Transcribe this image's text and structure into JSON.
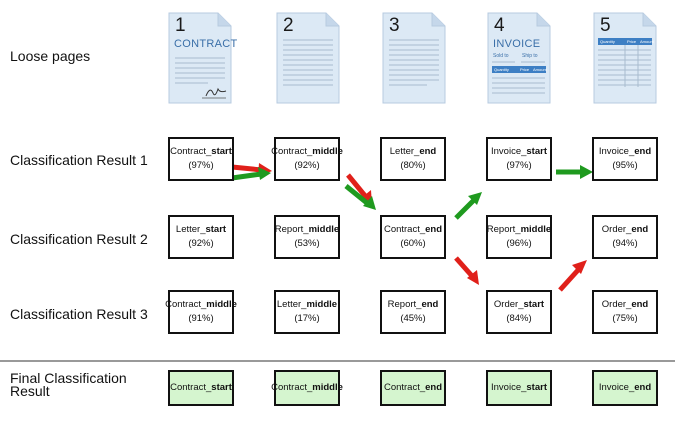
{
  "rows": {
    "loose": "Loose pages",
    "r1": "Classification Result 1",
    "r2": "Classification Result 2",
    "r3": "Classification Result 3",
    "final_line1": "Final Classification",
    "final_line2": "Result"
  },
  "pages": [
    {
      "num": "1",
      "title": "CONTRACT"
    },
    {
      "num": "2",
      "title": ""
    },
    {
      "num": "3",
      "title": ""
    },
    {
      "num": "4",
      "title": "INVOICE",
      "sold_to": "Sold to",
      "ship_to": "Ship to",
      "cols": [
        "Quantity",
        "Price",
        "Amount"
      ]
    },
    {
      "num": "5",
      "title": "",
      "cols": [
        "Quantity",
        "Price",
        "Amount"
      ]
    }
  ],
  "result1": [
    {
      "base": "Contract_",
      "bold": "start",
      "pct": "(97%)"
    },
    {
      "base": "Contract_",
      "bold": "middle",
      "pct": "(92%)"
    },
    {
      "base": "Letter_",
      "bold": "end",
      "pct": "(80%)"
    },
    {
      "base": "Invoice_",
      "bold": "start",
      "pct": "(97%)"
    },
    {
      "base": "Invoice_",
      "bold": "end",
      "pct": "(95%)"
    }
  ],
  "result2": [
    {
      "base": "Letter_",
      "bold": "start",
      "pct": "(92%)"
    },
    {
      "base": "Report_",
      "bold": "middle",
      "pct": "(53%)"
    },
    {
      "base": "Contract_",
      "bold": "end",
      "pct": "(60%)"
    },
    {
      "base": "Report_",
      "bold": "middle",
      "pct": "(96%)"
    },
    {
      "base": "Order_",
      "bold": "end",
      "pct": "(94%)"
    }
  ],
  "result3": [
    {
      "base": "Contract_",
      "bold": "middle",
      "pct": "(91%)"
    },
    {
      "base": "Letter_",
      "bold": "middle",
      "pct": "(17%)"
    },
    {
      "base": "Report_",
      "bold": "end",
      "pct": "(45%)"
    },
    {
      "base": "Order_",
      "bold": "start",
      "pct": "(84%)"
    },
    {
      "base": "Order_",
      "bold": "end",
      "pct": "(75%)"
    }
  ],
  "final": [
    {
      "base": "Contract_",
      "bold": "start"
    },
    {
      "base": "Contract_",
      "bold": "middle"
    },
    {
      "base": "Contract_",
      "bold": "end"
    },
    {
      "base": "Invoice_",
      "bold": "start"
    },
    {
      "base": "Invoice_",
      "bold": "end"
    }
  ],
  "colors": {
    "green_arrow": "#1f9a1f",
    "red_arrow": "#e0201a",
    "final_fill": "#d5f5cf",
    "page_fill": "#dce9f5"
  }
}
